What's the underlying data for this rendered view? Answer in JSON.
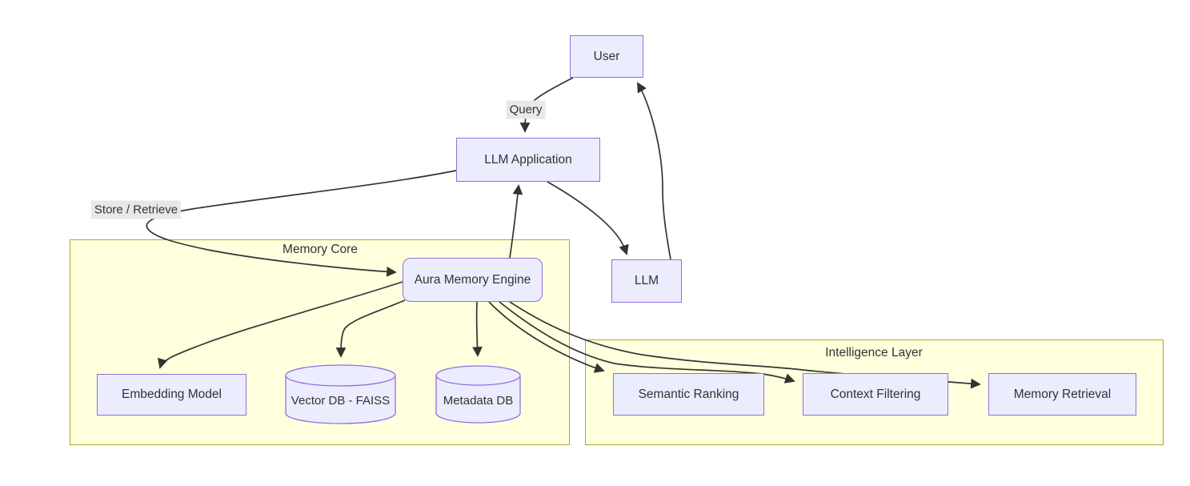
{
  "diagram": {
    "type": "flowchart",
    "nodes": {
      "user": {
        "label": "User",
        "shape": "rect"
      },
      "llm_application": {
        "label": "LLM Application",
        "shape": "rect"
      },
      "llm": {
        "label": "LLM",
        "shape": "rect"
      },
      "aura_memory_engine": {
        "label": "Aura Memory Engine",
        "shape": "rounded-rect"
      },
      "embedding_model": {
        "label": "Embedding Model",
        "shape": "rect"
      },
      "vector_db": {
        "label": "Vector DB - FAISS",
        "shape": "cylinder"
      },
      "metadata_db": {
        "label": "Metadata DB",
        "shape": "cylinder"
      },
      "semantic_ranking": {
        "label": "Semantic Ranking",
        "shape": "rect"
      },
      "context_filtering": {
        "label": "Context Filtering",
        "shape": "rect"
      },
      "memory_retrieval": {
        "label": "Memory Retrieval",
        "shape": "rect"
      }
    },
    "subgraphs": {
      "memory_core": {
        "label": "Memory Core",
        "children": [
          "aura_memory_engine",
          "embedding_model",
          "vector_db",
          "metadata_db"
        ]
      },
      "intelligence_layer": {
        "label": "Intelligence Layer",
        "children": [
          "semantic_ranking",
          "context_filtering",
          "memory_retrieval"
        ]
      }
    },
    "edge_labels": {
      "query": "Query",
      "store_retrieve": "Store / Retrieve"
    },
    "edges": [
      {
        "from": "user",
        "to": "llm_application",
        "label": "Query"
      },
      {
        "from": "llm_application",
        "to": "aura_memory_engine",
        "label": "Store / Retrieve"
      },
      {
        "from": "aura_memory_engine",
        "to": "llm_application",
        "label": ""
      },
      {
        "from": "llm_application",
        "to": "llm",
        "label": ""
      },
      {
        "from": "llm",
        "to": "user",
        "label": ""
      },
      {
        "from": "aura_memory_engine",
        "to": "embedding_model",
        "label": ""
      },
      {
        "from": "aura_memory_engine",
        "to": "vector_db",
        "label": ""
      },
      {
        "from": "aura_memory_engine",
        "to": "metadata_db",
        "label": ""
      },
      {
        "from": "aura_memory_engine",
        "to": "semantic_ranking",
        "label": ""
      },
      {
        "from": "aura_memory_engine",
        "to": "context_filtering",
        "label": ""
      },
      {
        "from": "aura_memory_engine",
        "to": "memory_retrieval",
        "label": ""
      }
    ],
    "colors": {
      "node_fill": "#ececff",
      "node_border": "#9370db",
      "subgraph_fill": "#ffffde",
      "subgraph_border": "#aaaa33",
      "edge": "#333333",
      "text": "#333333",
      "edge_label_bg": "#e8e8e8",
      "background": "#ffffff"
    }
  }
}
